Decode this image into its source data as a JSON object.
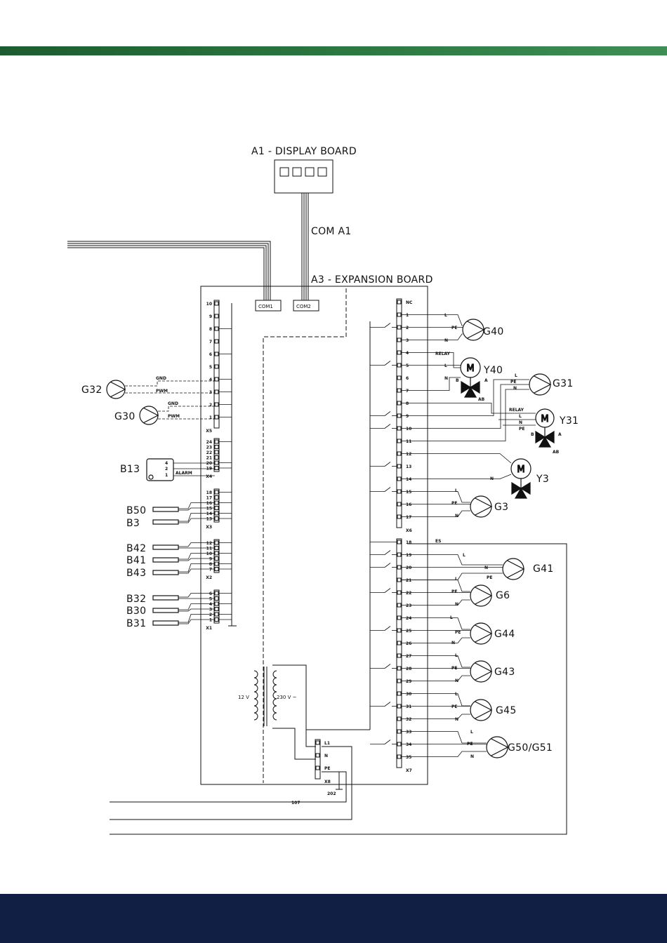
{
  "boards": {
    "display": "A1 - DISPLAY BOARD",
    "expansion": "A3 - EXPANSION BOARD",
    "com_bus": "COM A1",
    "com1": "COM1",
    "com2": "COM2"
  },
  "connectors": {
    "x5": {
      "label": "X5",
      "pins": [
        "10",
        "9",
        "8",
        "7",
        "6",
        "5",
        "4",
        "3",
        "2",
        "1"
      ]
    },
    "x4": {
      "label": "X4",
      "pins": [
        "24",
        "23",
        "22",
        "21",
        "20",
        "19"
      ]
    },
    "x3": {
      "label": "X3",
      "pins": [
        "18",
        "17",
        "16",
        "15",
        "14",
        "13"
      ]
    },
    "x2": {
      "label": "X2",
      "pins": [
        "12",
        "11",
        "10",
        "9",
        "8",
        "7"
      ]
    },
    "x1": {
      "label": "X1",
      "pins": [
        "6",
        "5",
        "4",
        "3",
        "2",
        "1"
      ]
    },
    "x6": {
      "label": "X6",
      "pins": [
        "NC",
        "1",
        "2",
        "3",
        "4",
        "5",
        "6",
        "7",
        "8",
        "9",
        "10",
        "11",
        "12",
        "13",
        "14",
        "15",
        "16",
        "17"
      ]
    },
    "x7": {
      "label": "X7",
      "pins": [
        "18",
        "19",
        "20",
        "21",
        "22",
        "23",
        "24",
        "25",
        "26",
        "27",
        "28",
        "29",
        "30",
        "31",
        "32",
        "33",
        "34",
        "35"
      ]
    },
    "x8": {
      "label": "X8",
      "pins": [
        "L1",
        "N",
        "PE"
      ]
    }
  },
  "wires": {
    "gnd": "GND",
    "pwm": "PWM",
    "alarm": "ALARM",
    "l": "L",
    "n": "N",
    "pe": "PE",
    "relay": "RELAY",
    "es": "ES",
    "a": "A",
    "b": "B",
    "ab": "AB",
    "m": "M",
    "b13_pins": [
      "4",
      "2",
      "1"
    ],
    "w107": "107",
    "w202": "202"
  },
  "components": {
    "g32": "G32",
    "g30": "G30",
    "b13": "B13",
    "b50": "B50",
    "b3": "B3",
    "b42": "B42",
    "b41": "B41",
    "b43": "B43",
    "b32": "B32",
    "b30": "B30",
    "b31": "B31",
    "g40": "G40",
    "y40": "Y40",
    "g31": "G31",
    "y31": "Y31",
    "y3": "Y3",
    "g3": "G3",
    "g41": "G41",
    "g6": "G6",
    "g44": "G44",
    "g43": "G43",
    "g45": "G45",
    "g50": "G50/G51"
  },
  "transformer": {
    "low": "12 V",
    "high": "230 V ~"
  }
}
